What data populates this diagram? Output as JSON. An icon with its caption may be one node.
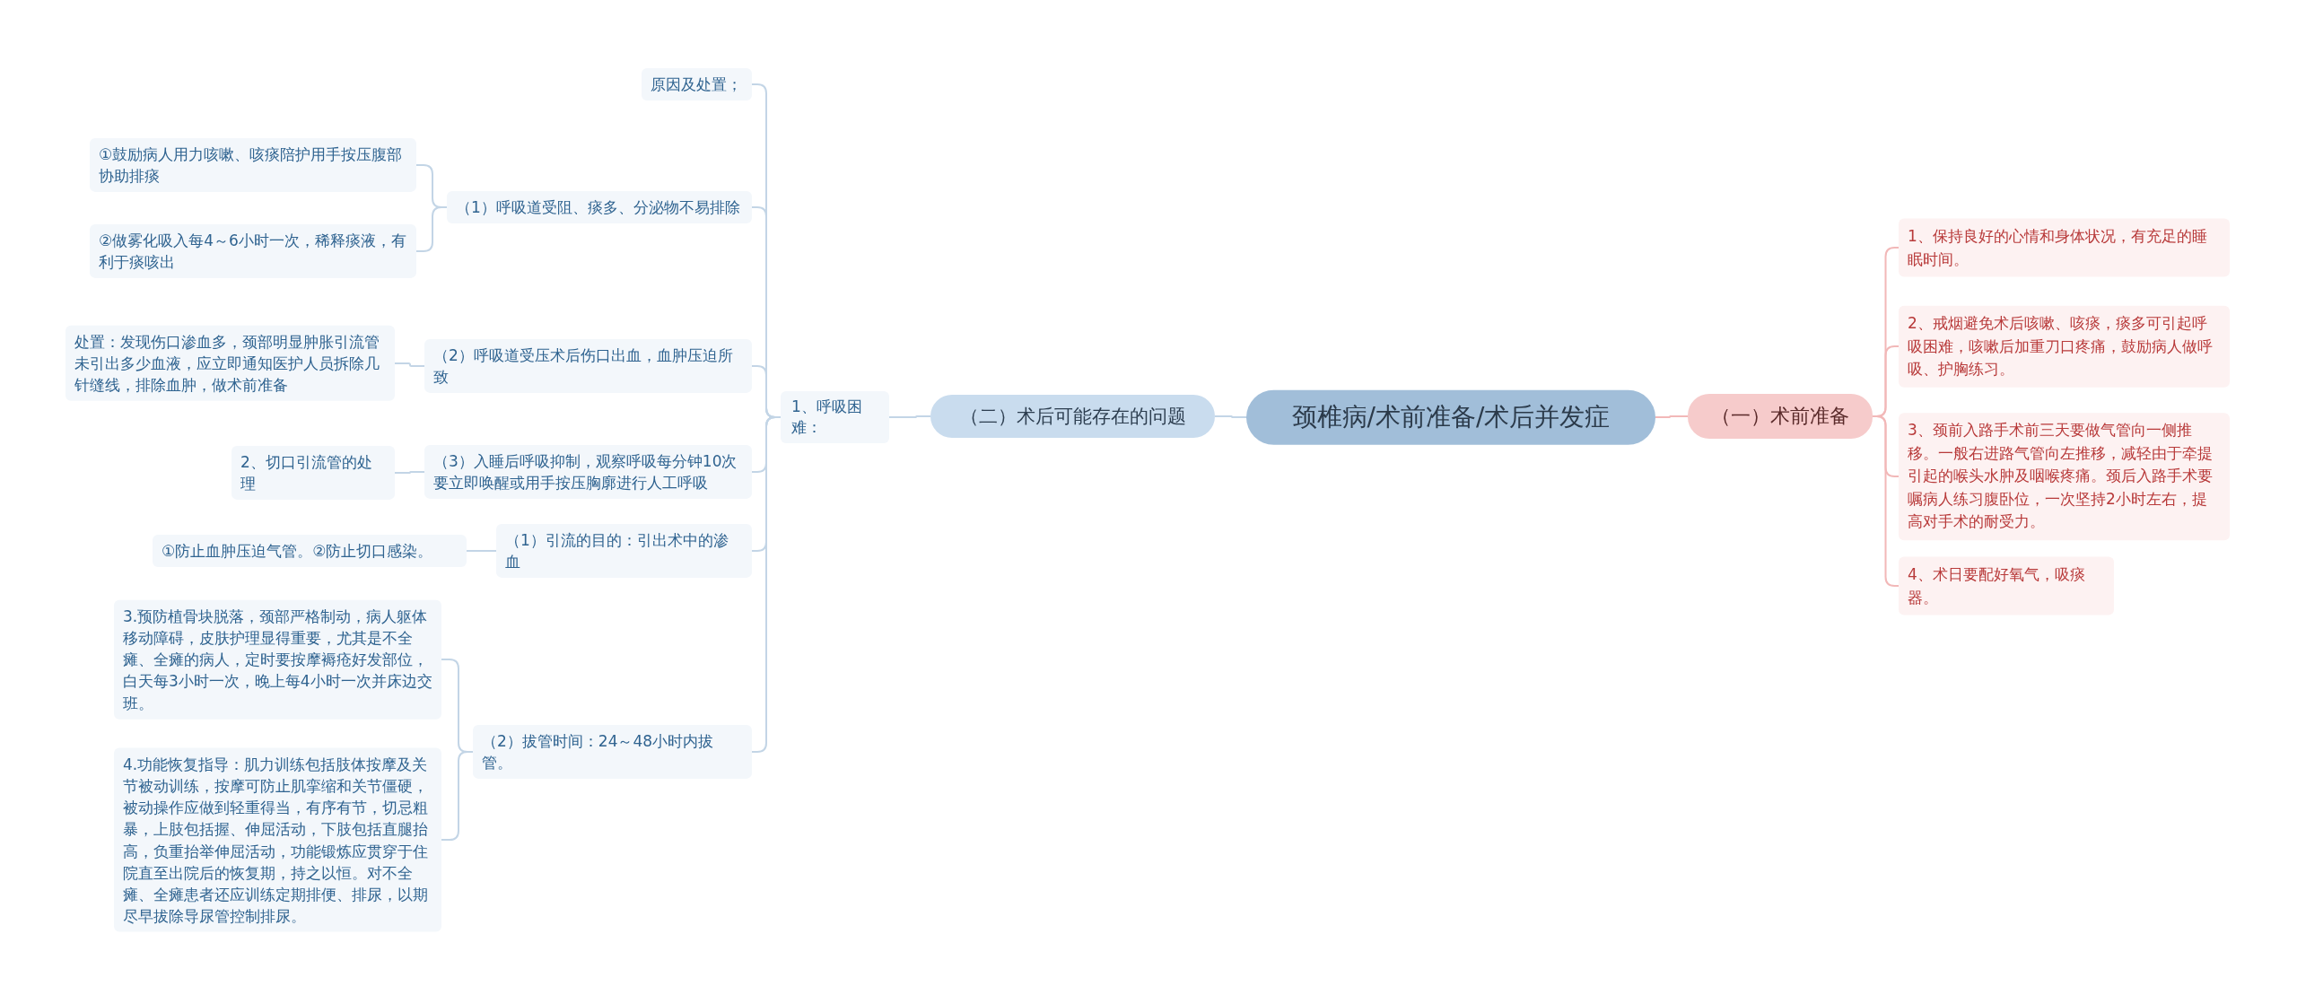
{
  "diagram": {
    "nodes": [
      {
        "text": [
          "颈椎病/术前准备/术后并发症"
        ]
      },
      {
        "text": [
          "（二）术后可能存在的问题"
        ]
      },
      {
        "text": [
          "1、呼吸困难："
        ]
      },
      {
        "text": [
          "原因及处置；"
        ]
      },
      {
        "text": [
          "（1）呼吸道受阻、痰多、分泌物不易排除"
        ]
      },
      {
        "text": [
          "①鼓励病人用力咳嗽、咳痰陪护用手按压腹部协助排痰"
        ]
      },
      {
        "text": [
          "②做雾化吸入每4～6小时一次，稀释痰液，有利于痰咳出"
        ]
      },
      {
        "text": [
          "（2）呼吸道受压术后伤口出血，血肿压迫所致"
        ]
      },
      {
        "text": [
          "处置：发现伤口渗血多，颈部明显肿胀引流管未引出多少血液，应立即通知医护人员拆除几针缝线，排除血肿，做术前准备"
        ]
      },
      {
        "text": [
          "（3）入睡后呼吸抑制，观察呼吸每分钟10次要立即唤醒或用手按压胸廓进行人工呼吸"
        ]
      },
      {
        "text": [
          "2、切口引流管的处理"
        ]
      },
      {
        "text": [
          "（1）引流的目的：引出术中的渗血"
        ]
      },
      {
        "text": [
          "①防止血肿压迫气管。②防止切口感染。"
        ]
      },
      {
        "text": [
          "（2）拔管时间：24～48小时内拔管。"
        ]
      },
      {
        "text": [
          "3.预防植骨块脱落，颈部严格制动，病人躯体移动障碍，皮肤护理显得重要，尤其是不全瘫、全瘫的病人，定时要按摩褥疮好发部位，白天每3小时一次，晚上每4小时一次并床边交班。"
        ]
      },
      {
        "text": [
          "4.功能恢复指导：肌力训练包括肢体按摩及关节被动训练，按摩可防止肌挛缩和关节僵硬，被动操作应做到轻重得当，有序有节，切忌粗暴，上肢包括握、伸屈活动，下肢包括直腿抬高，负重抬举伸屈活动，功能锻炼应贯穿于住院直至出院后的恢复期，持之以恒。对不全瘫、全瘫患者还应训练定期排便、排尿，以期尽早拔除导尿管控制排尿。"
        ]
      },
      {
        "text": [
          "（一）术前准备"
        ]
      },
      {
        "text": [
          "1、保持良好的心情和身体状况，有充足的睡眠时间。"
        ]
      },
      {
        "text": [
          "2、戒烟避免术后咳嗽、咳痰，痰多可引起呼吸困难，咳嗽后加重刀口疼痛，鼓励病人做呼吸、护胸练习。"
        ]
      },
      {
        "text": [
          "3、颈前入路手术前三天要做气管向一侧推移。一般右进路气管向左推移，减轻由于牵提引起的喉头水肿及咽喉疼痛。颈后入路手术要嘱病人练习腹卧位，一次坚持2小时左右，提高对手术的耐受力。"
        ]
      },
      {
        "text": [
          "4、术日要配好氧气，吸痰器。"
        ]
      }
    ],
    "edges": [
      {
        "from": 0,
        "to": 1,
        "arrow": "none"
      },
      {
        "from": 1,
        "to": 2,
        "arrow": "none"
      },
      {
        "from": 2,
        "to": 3,
        "arrow": "none"
      },
      {
        "from": 2,
        "to": 4,
        "arrow": "none"
      },
      {
        "from": 4,
        "to": 5,
        "arrow": "none"
      },
      {
        "from": 4,
        "to": 6,
        "arrow": "none"
      },
      {
        "from": 2,
        "to": 7,
        "arrow": "none"
      },
      {
        "from": 7,
        "to": 8,
        "arrow": "none"
      },
      {
        "from": 2,
        "to": 9,
        "arrow": "none"
      },
      {
        "from": 9,
        "to": 10,
        "arrow": "none"
      },
      {
        "from": 2,
        "to": 11,
        "arrow": "none"
      },
      {
        "from": 11,
        "to": 12,
        "arrow": "none"
      },
      {
        "from": 2,
        "to": 13,
        "arrow": "none"
      },
      {
        "from": 13,
        "to": 14,
        "arrow": "none"
      },
      {
        "from": 13,
        "to": 15,
        "arrow": "none"
      },
      {
        "from": 0,
        "to": 16,
        "arrow": "none",
        "color": "#f2b8b8"
      },
      {
        "from": 16,
        "to": 17,
        "arrow": "none",
        "color": "#f2b8b8"
      },
      {
        "from": 16,
        "to": 18,
        "arrow": "none",
        "color": "#f2b8b8"
      },
      {
        "from": 16,
        "to": 19,
        "arrow": "none",
        "color": "#f2b8b8"
      },
      {
        "from": 16,
        "to": 20,
        "arrow": "none",
        "color": "#f2b8b8"
      }
    ]
  }
}
